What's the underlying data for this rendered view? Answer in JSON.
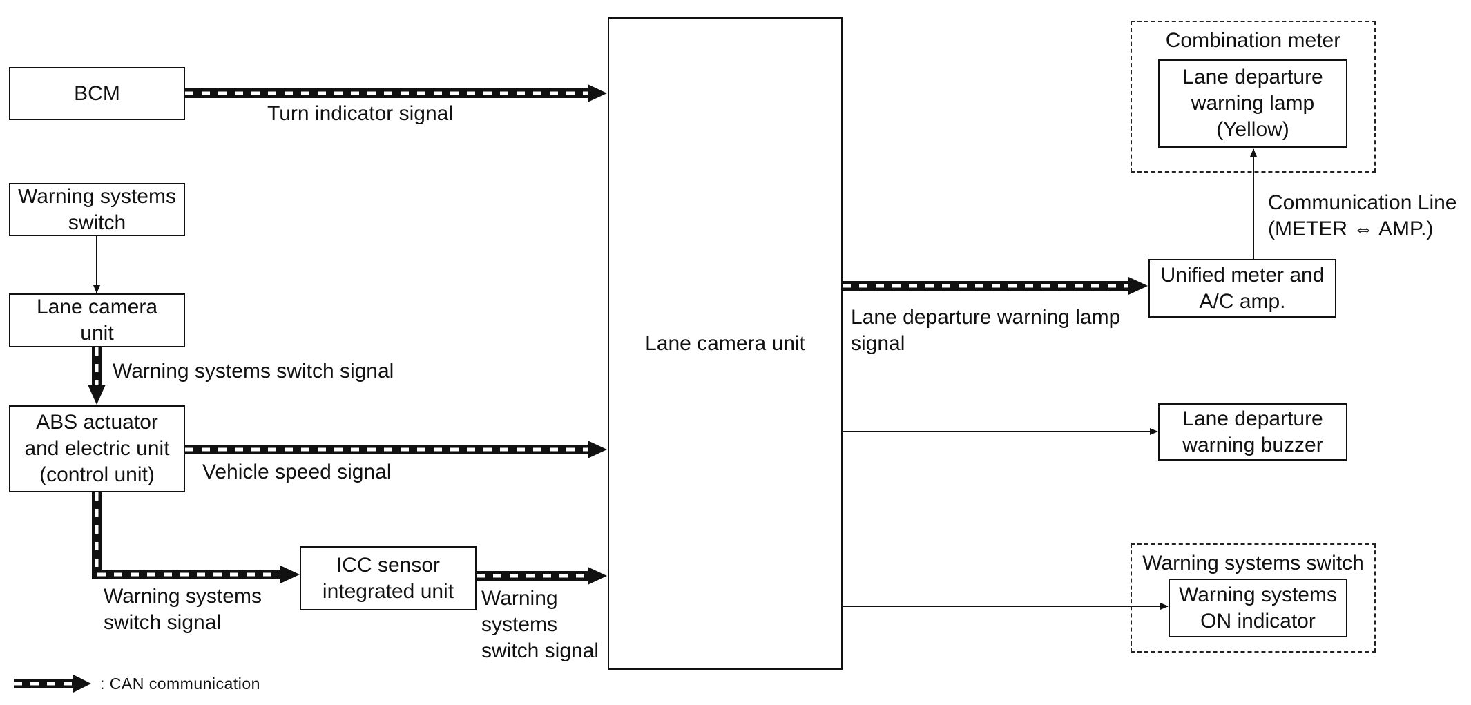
{
  "blocks": {
    "bcm": "BCM",
    "warning_switch": "Warning systems\nswitch",
    "lane_camera_small": "Lane camera\nunit",
    "abs": "ABS actuator\nand electric unit\n(control unit)",
    "icc": "ICC sensor\nintegrated unit",
    "lane_camera_main": "Lane camera unit",
    "unified_meter": "Unified meter and\nA/C amp.",
    "buzzer": "Lane departure\nwarning buzzer",
    "warning_lamp": "Lane departure\nwarning lamp\n(Yellow)",
    "on_indicator": "Warning systems\nON indicator"
  },
  "groups": {
    "combination_meter": "Combination meter",
    "warning_switch_group": "Warning systems switch"
  },
  "signals": {
    "turn_indicator": "Turn indicator signal",
    "warning_switch_signal_1": "Warning systems switch signal",
    "vehicle_speed": "Vehicle speed signal",
    "warning_switch_signal_2": "Warning systems\nswitch signal",
    "warning_switch_signal_3": "Warning\nsystems\nswitch signal",
    "lamp_signal": "Lane departure warning lamp\nsignal",
    "comm_line": "Communication Line\n(METER ⇔ AMP.)"
  },
  "legend": {
    "can_label": ": CAN communication"
  },
  "colors": {
    "line": "#111111",
    "can_dash": "#ffffff"
  }
}
